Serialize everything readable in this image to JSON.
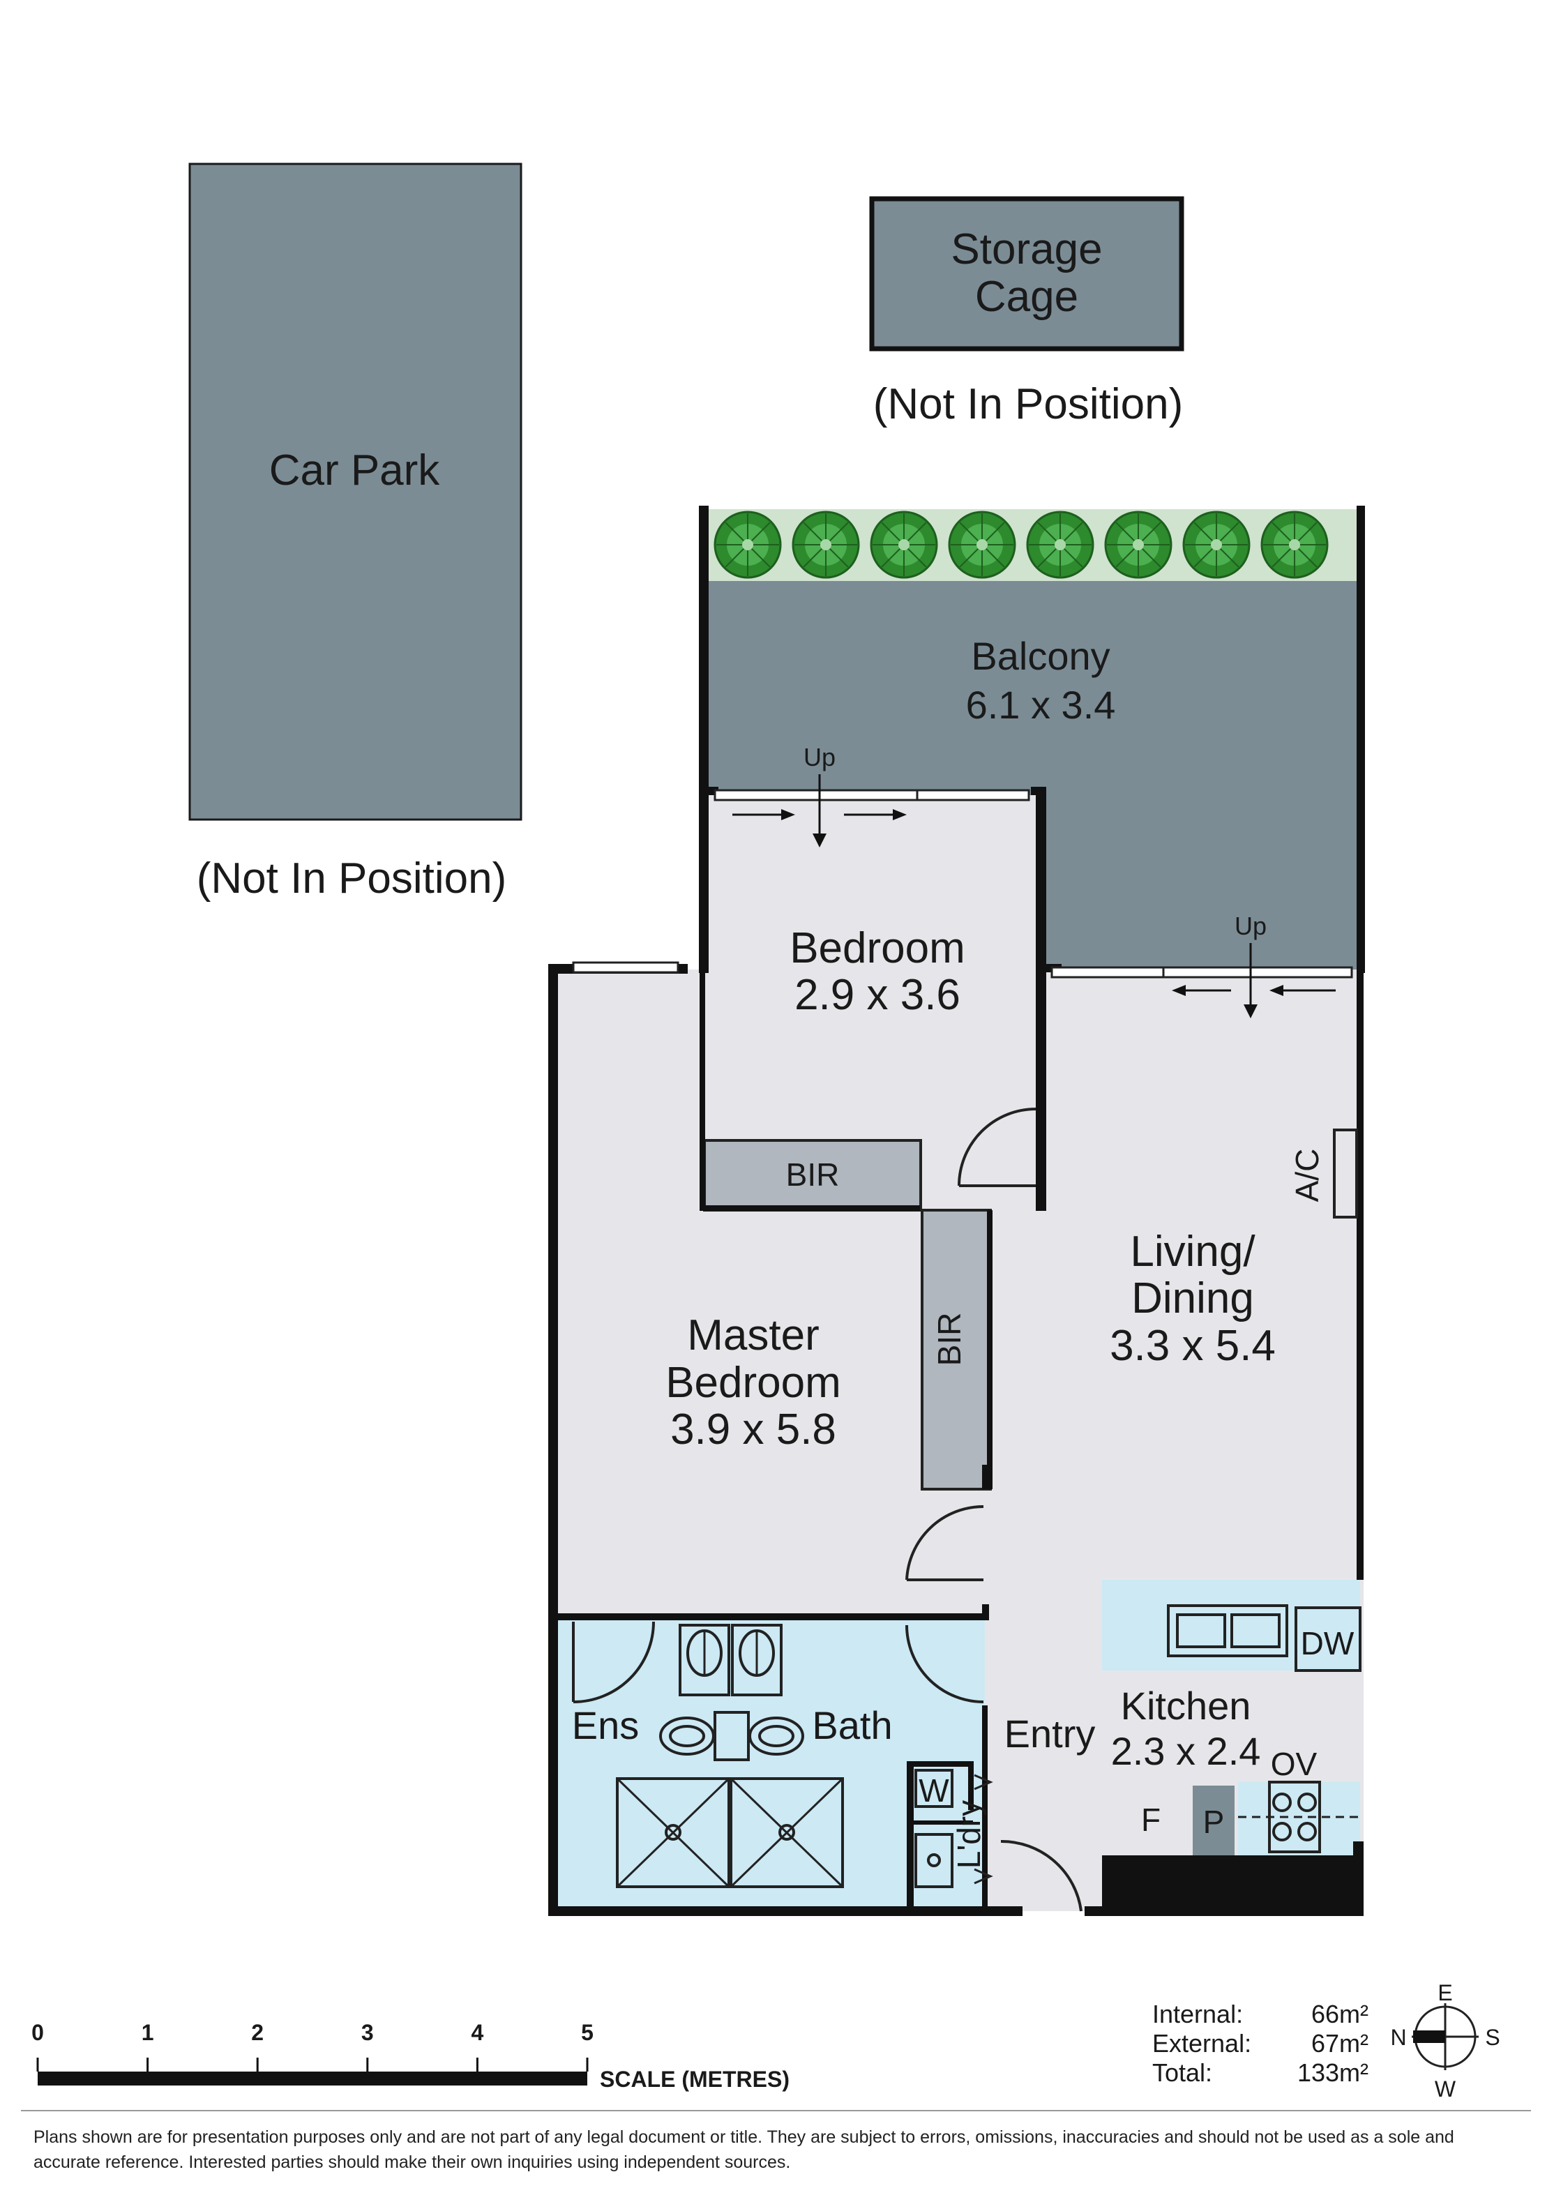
{
  "labels": {
    "car_park": "Car Park",
    "car_park_note": "(Not In Position)",
    "storage_line1": "Storage",
    "storage_line2": "Cage",
    "storage_note": "(Not In Position)",
    "balcony_name": "Balcony",
    "balcony_dims": "6.1 x 3.4",
    "up_1": "Up",
    "up_2": "Up",
    "bedroom_name": "Bedroom",
    "bedroom_dims": "2.9 x 3.6",
    "bir_1": "BIR",
    "bir_2": "BIR",
    "ac": "A/C",
    "living_line1": "Living/",
    "living_line2": "Dining",
    "living_dims": "3.3 x 5.4",
    "master_line1": "Master",
    "master_line2": "Bedroom",
    "master_dims": "3.9 x 5.8",
    "dw": "DW",
    "kitchen_name": "Kitchen",
    "kitchen_dims": "2.3 x 2.4",
    "ov": "OV",
    "fridge": "F",
    "pantry": "P",
    "entry": "Entry",
    "ens": "Ens",
    "bath": "Bath",
    "w": "W",
    "ldry": "L'dry"
  },
  "scale": {
    "ticks": [
      "0",
      "1",
      "2",
      "3",
      "4",
      "5"
    ],
    "caption": "SCALE (METRES)"
  },
  "areas": [
    {
      "label": "Internal:",
      "value": "66m²"
    },
    {
      "label": "External:",
      "value": "67m²"
    },
    {
      "label": "Total:",
      "value": "133m²"
    }
  ],
  "compass": {
    "e": "E",
    "n": "N",
    "s": "S",
    "w": "W"
  },
  "disclaimer": {
    "line1": "Plans shown are for presentation purposes only and are not part of any legal document or title. They are subject to errors, omissions, inaccuracies and should not be used as a sole and",
    "line2": "accurate reference. Interested parties should make their own inquiries using independent sources."
  },
  "colors": {
    "parking": "#7b8c95",
    "interior": "#e6e6ea",
    "bir": "#b0b7be",
    "wet": "#cce9f4",
    "planter": "#cfe3cf",
    "shrub": "#2d8a2d",
    "wall": "#111111"
  }
}
